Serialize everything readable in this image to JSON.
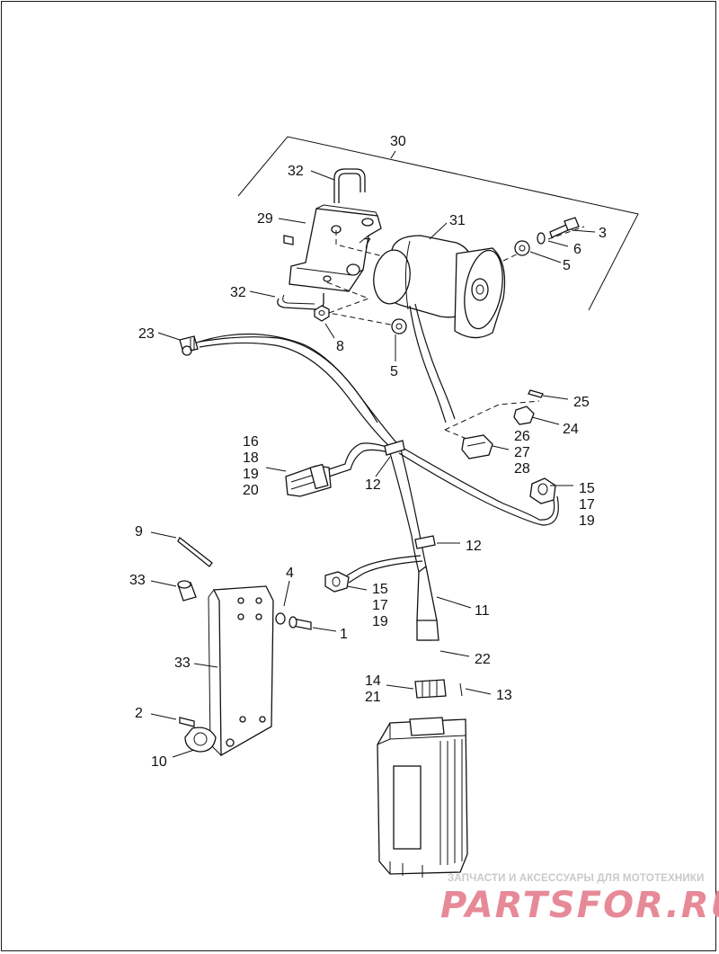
{
  "callouts": [
    {
      "id": "c30",
      "text": "30"
    },
    {
      "id": "c32a",
      "text": "32"
    },
    {
      "id": "c29",
      "text": "29"
    },
    {
      "id": "c31",
      "text": "31"
    },
    {
      "id": "c7",
      "text": "7"
    },
    {
      "id": "c3",
      "text": "3"
    },
    {
      "id": "c6",
      "text": "6"
    },
    {
      "id": "c5a",
      "text": "5"
    },
    {
      "id": "c32b",
      "text": "32"
    },
    {
      "id": "c8",
      "text": "8"
    },
    {
      "id": "c23",
      "text": "23"
    },
    {
      "id": "c5b",
      "text": "5"
    },
    {
      "id": "c25",
      "text": "25"
    },
    {
      "id": "c24",
      "text": "24"
    },
    {
      "id": "c26",
      "text": "26"
    },
    {
      "id": "c27",
      "text": "27"
    },
    {
      "id": "c28",
      "text": "28"
    },
    {
      "id": "c16",
      "text": "16"
    },
    {
      "id": "c18",
      "text": "18"
    },
    {
      "id": "c19a",
      "text": "19"
    },
    {
      "id": "c20",
      "text": "20"
    },
    {
      "id": "c12a",
      "text": "12"
    },
    {
      "id": "c15a",
      "text": "15"
    },
    {
      "id": "c17a",
      "text": "17"
    },
    {
      "id": "c19b",
      "text": "19"
    },
    {
      "id": "c9",
      "text": "9"
    },
    {
      "id": "c12b",
      "text": "12"
    },
    {
      "id": "c33a",
      "text": "33"
    },
    {
      "id": "c4",
      "text": "4"
    },
    {
      "id": "c15b",
      "text": "15"
    },
    {
      "id": "c17b",
      "text": "17"
    },
    {
      "id": "c19c",
      "text": "19"
    },
    {
      "id": "c11",
      "text": "11"
    },
    {
      "id": "c1",
      "text": "1"
    },
    {
      "id": "c33b",
      "text": "33"
    },
    {
      "id": "c22",
      "text": "22"
    },
    {
      "id": "c14",
      "text": "14"
    },
    {
      "id": "c21",
      "text": "21"
    },
    {
      "id": "c13",
      "text": "13"
    },
    {
      "id": "c2",
      "text": "2"
    },
    {
      "id": "c10",
      "text": "10"
    }
  ],
  "watermark": {
    "tagline": "ЗАПЧАСТИ И АКСЕССУАРЫ ДЛЯ МОТОТЕХНИКИ",
    "logo": "PARTSFOR.RU"
  },
  "colors": {
    "line": "#111111",
    "background": "#ffffff",
    "watermark_logo": "#e78a98",
    "watermark_text": "#c9c9c9"
  }
}
